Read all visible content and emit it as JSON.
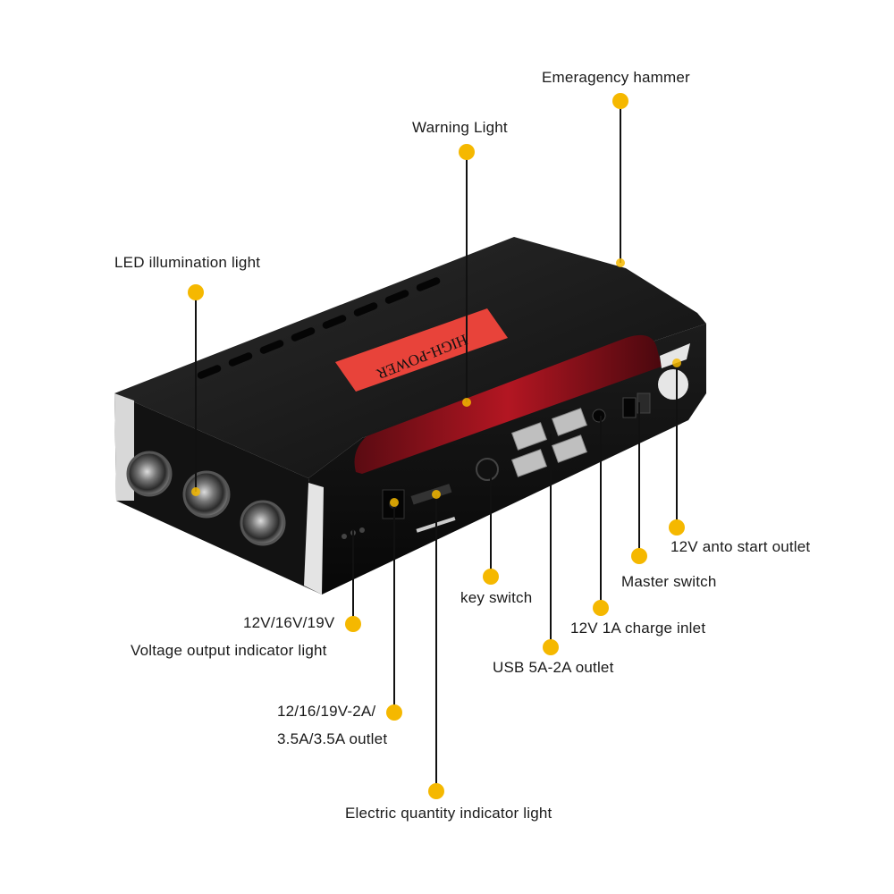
{
  "colors": {
    "marker": "#f5b800",
    "leader": "#111111",
    "body": "#161616",
    "accent": "#e8433a"
  },
  "device": {
    "panel_text": "HIGH-POWER"
  },
  "callouts": {
    "emergency_hammer": "Emeragency hammer",
    "warning_light": "Warning Light",
    "led_light": "LED illumination light",
    "auto_start": "12V anto start outlet",
    "master_switch": "Master switch",
    "key_switch": "key switch",
    "charge_inlet": "12V 1A charge inlet",
    "voltage_value": "12V/16V/19V",
    "voltage_light": "Voltage output indicator light",
    "usb_outlet": "USB 5A-2A outlet",
    "dc_outlet_line1": "12/16/19V-2A/",
    "dc_outlet_line2": "3.5A/3.5A outlet",
    "electric_light": "Electric quantity indicator light"
  }
}
